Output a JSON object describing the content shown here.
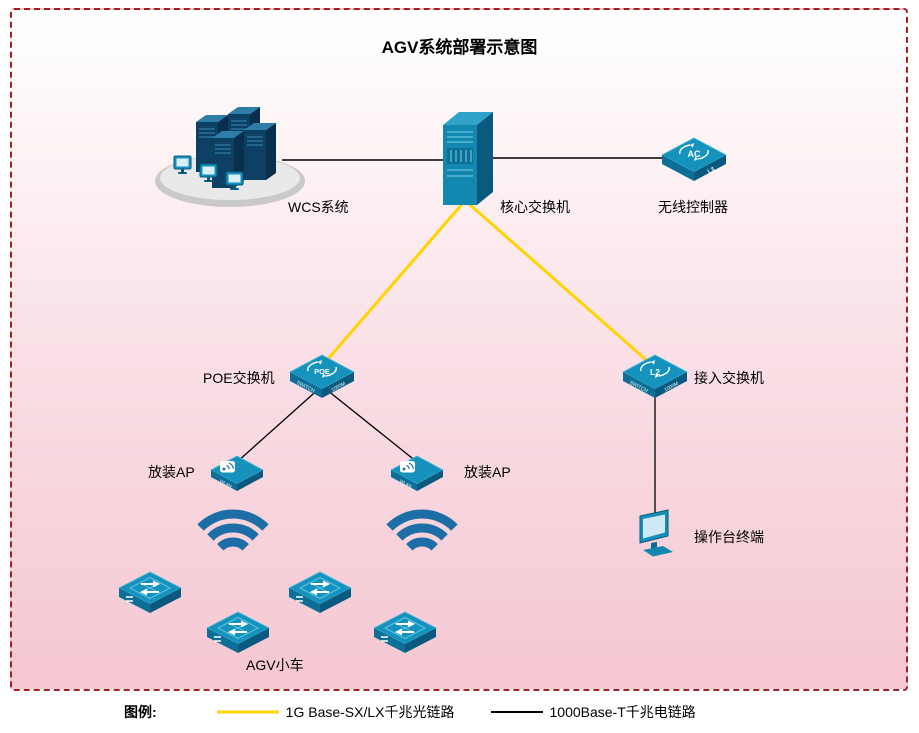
{
  "title": "AGV系统部署示意图",
  "nodes": {
    "wcs": {
      "label": "WCS系统"
    },
    "core_switch": {
      "label": "核心交换机"
    },
    "wireless_controller": {
      "label": "无线控制器",
      "icon_text": "AC",
      "badge": "L3"
    },
    "poe_switch": {
      "label": "POE交换机",
      "icon_text": "POE",
      "side_left": "SWITCH",
      "side_right": "1000M"
    },
    "access_switch": {
      "label": "接入交换机",
      "icon_text": "L2",
      "side_left": "SWITCH",
      "side_right": "1000M"
    },
    "ap_left": {
      "label": "放装AP",
      "side_text": "WLAN"
    },
    "ap_right": {
      "label": "放装AP",
      "side_text": "WLAN"
    },
    "agv_group": {
      "label": "AGV小车"
    },
    "terminal": {
      "label": "操作台终端"
    }
  },
  "legend": {
    "title": "图例:",
    "items": [
      {
        "label": "1G Base-SX/LX千兆光链路",
        "color": "#FFD400"
      },
      {
        "label": "1000Base-T千兆电链路",
        "color": "#000000"
      }
    ]
  },
  "palette": {
    "device_top": "#1593bd",
    "device_left": "#0d6f97",
    "device_right": "#0a5a80",
    "server_front": "#0e4064",
    "wifi_arc": "#1d6ea6",
    "frame_border": "#a32020",
    "background_bottom": "#f5c7d2"
  }
}
